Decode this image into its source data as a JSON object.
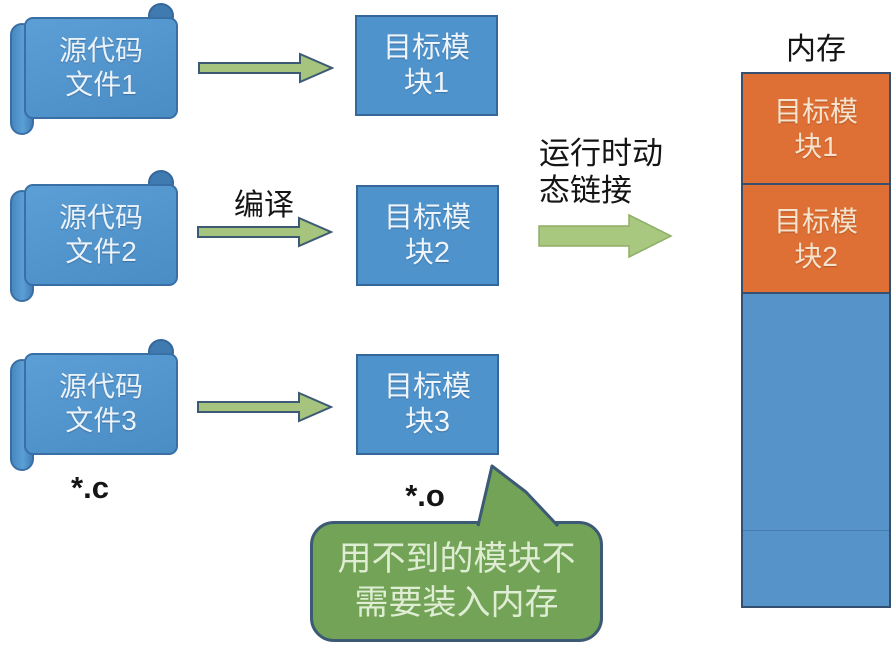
{
  "colors": {
    "shape_blue": "#4E93CB",
    "shape_blue_border": "#3A6FA5",
    "arrow_green": "#A6C47D",
    "arrow_border": "#3D5A75",
    "memory_orange": "#DE6F35",
    "memory_free_blue": "#5693C8",
    "bubble_green": "#73A356"
  },
  "sources": [
    {
      "line1": "源代码",
      "line2": "文件1"
    },
    {
      "line1": "源代码",
      "line2": "文件2"
    },
    {
      "line1": "源代码",
      "line2": "文件3"
    }
  ],
  "modules": [
    {
      "line1": "目标模",
      "line2": "块1"
    },
    {
      "line1": "目标模",
      "line2": "块2"
    },
    {
      "line1": "目标模",
      "line2": "块3"
    }
  ],
  "labels": {
    "compile": "编译",
    "runtime_line1": "运行时动",
    "runtime_line2": "态链接",
    "c_ext": "*.c",
    "o_ext": "*.o"
  },
  "memory": {
    "title": "内存",
    "loaded": [
      {
        "line1": "目标模",
        "line2": "块1"
      },
      {
        "line1": "目标模",
        "line2": "块2"
      }
    ]
  },
  "callout": {
    "line1": "用不到的模块不",
    "line2": "需要装入内存"
  }
}
